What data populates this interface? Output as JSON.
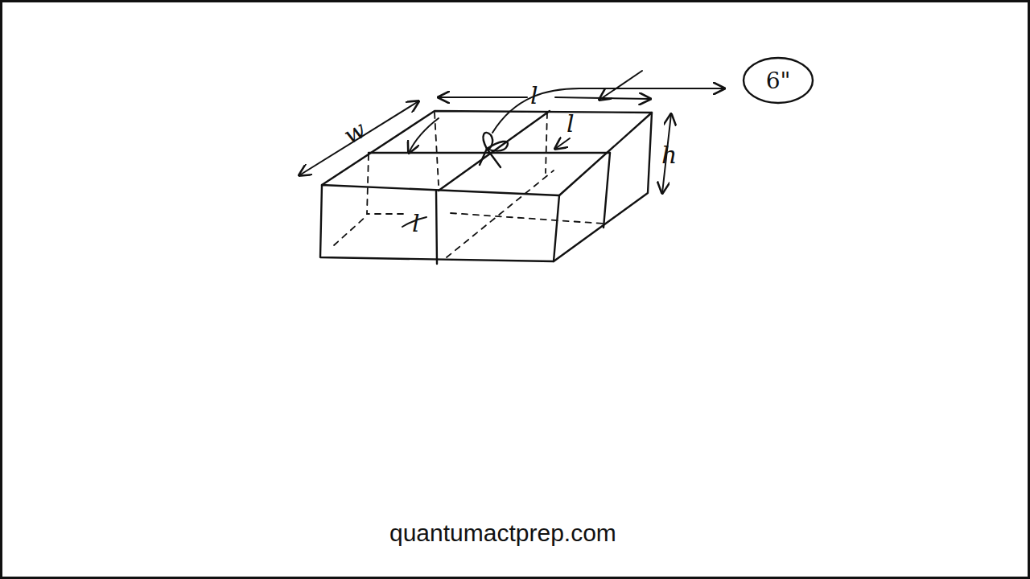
{
  "diagram": {
    "nodes": [
      {
        "text": [
          "6\""
        ]
      }
    ],
    "labels": [
      "w",
      "l",
      "l",
      "l",
      "h",
      "quantumactprep.com"
    ]
  }
}
